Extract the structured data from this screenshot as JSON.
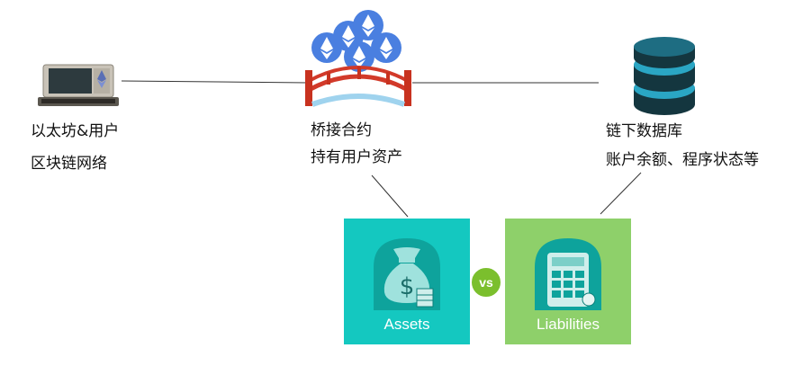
{
  "nodes": {
    "ethereum_users": {
      "line1": "以太坊&用户",
      "line2": "区块链网络"
    },
    "bridge_contract": {
      "line1": "桥接合约",
      "line2": "持有用户资产"
    },
    "offchain_db": {
      "line1": "链下数据库",
      "line2": "账户余额、程序状态等"
    }
  },
  "cards": {
    "assets": {
      "label": "Assets",
      "color": "#14c8c0"
    },
    "liabilities": {
      "label": "Liabilities",
      "color": "#8ed06a"
    }
  },
  "vs_badge": "vs",
  "icons": [
    "computer-icon",
    "bridge-icon",
    "ethereum-icon",
    "database-icon",
    "money-bag-icon",
    "calculator-icon"
  ]
}
